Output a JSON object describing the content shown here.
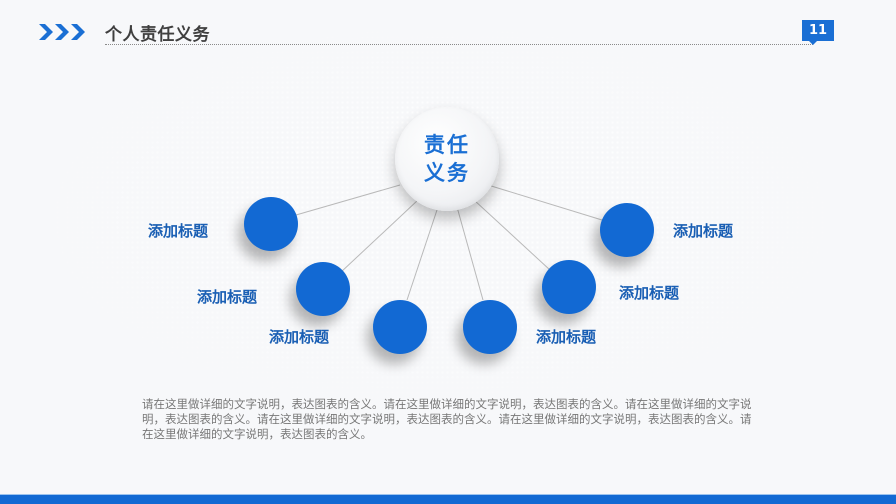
{
  "header": {
    "icon": "triple-chevron-right-icon",
    "title": "个人责任义务",
    "page_number": "11"
  },
  "colors": {
    "accent": "#1269d3",
    "label": "#1a5fb4",
    "title": "#3f3f3f",
    "body_text": "#777777",
    "background": "#f7f8fa"
  },
  "diagram": {
    "hub": {
      "line1": "责任",
      "line2": "义务"
    },
    "nodes": [
      {
        "label": "添加标题"
      },
      {
        "label": "添加标题"
      },
      {
        "label": "添加标题"
      },
      {
        "label": ""
      },
      {
        "label": ""
      },
      {
        "label": "添加标题"
      },
      {
        "label": "添加标题"
      },
      {
        "label": "添加标题"
      }
    ]
  },
  "description": "请在这里做详细的文字说明，表达图表的含义。请在这里做详细的文字说明，表达图表的含义。请在这里做详细的文字说明，表达图表的含义。请在这里做详细的文字说明，表达图表的含义。请在这里做详细的文字说明，表达图表的含义。请在这里做详细的文字说明，表达图表的含义。"
}
